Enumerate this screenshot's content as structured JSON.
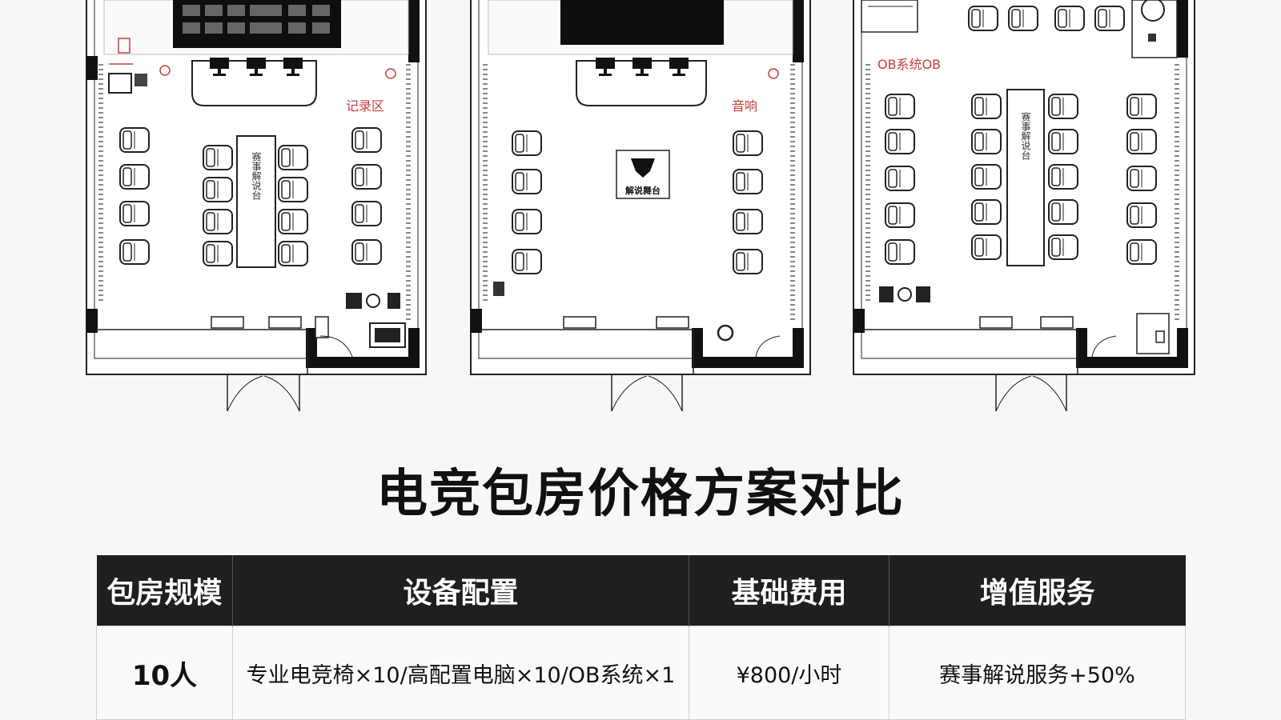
{
  "floorplans": {
    "plan1": {
      "label_top_right": "记录区",
      "table_text": "赛事解说台"
    },
    "plan2": {
      "label_top_right": "音响",
      "center_logo_text": "解说舞台"
    },
    "plan3": {
      "label_top_left": "OB系统OB",
      "table_text": "赛事解说台"
    }
  },
  "page_title": "电竞包房价格方案对比",
  "pricing_table": {
    "headers": [
      "包房规模",
      "设备配置",
      "基础费用",
      "增值服务"
    ],
    "rows": [
      {
        "scale": "10人",
        "equipment": "专业电竞椅×10/高配置电脑×10/OB系统×1",
        "fee": "¥800/小时",
        "service": "赛事解说服务+50%"
      }
    ]
  },
  "colors": {
    "header_bg": "#1f1f1f",
    "annotation_red": "#c83c3c",
    "line": "#222222"
  }
}
